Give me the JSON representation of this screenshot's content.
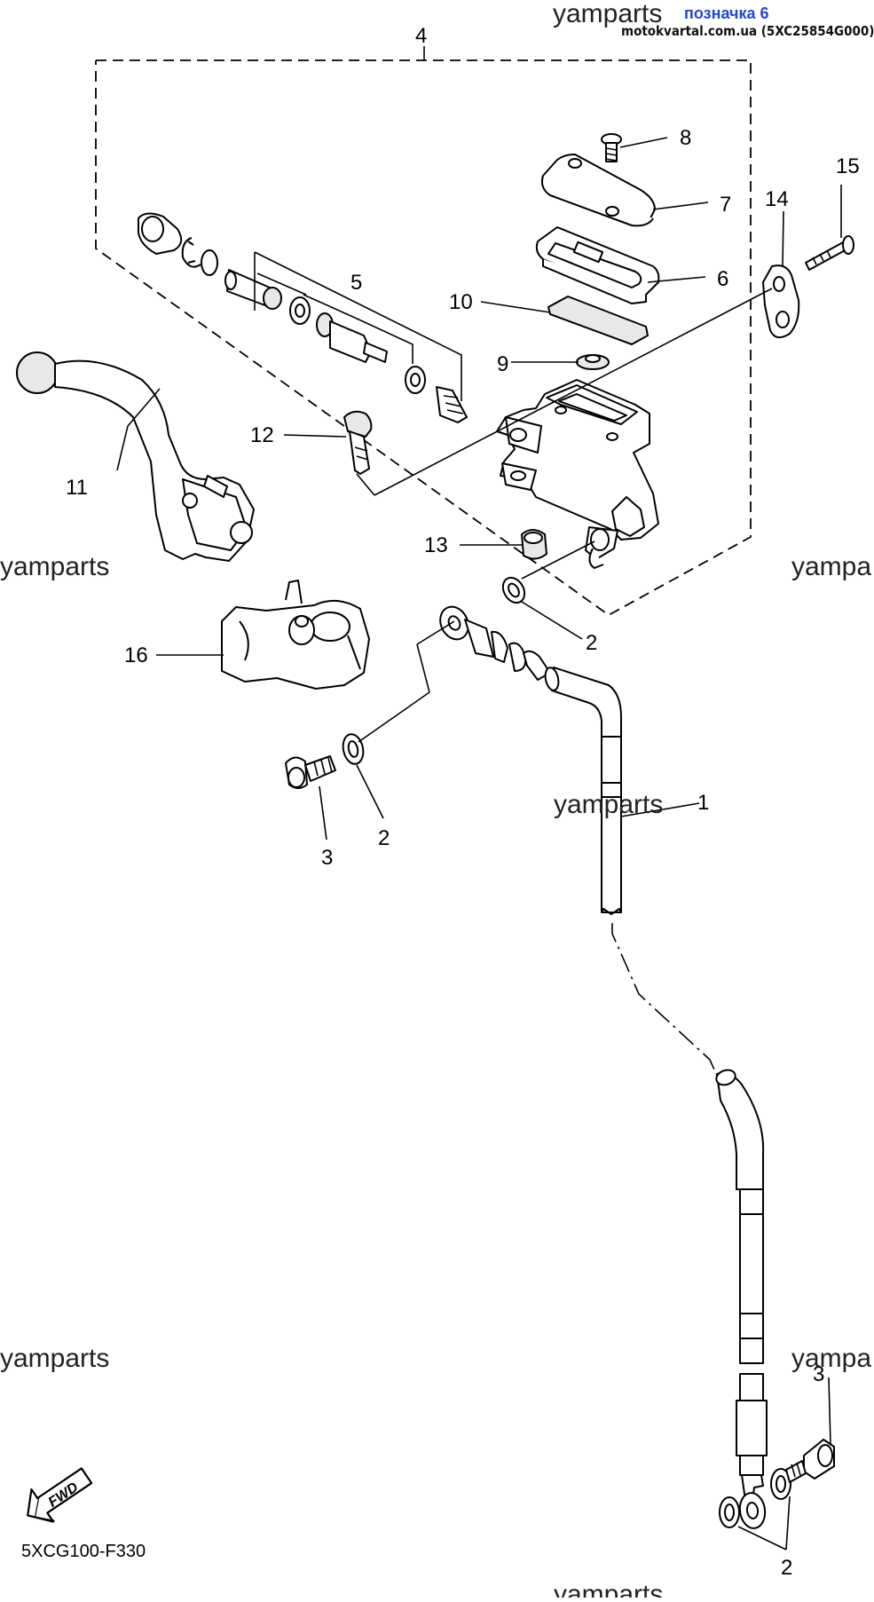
{
  "header": {
    "watermark": "yamparts",
    "tag": "позначка 6",
    "source": "motokvartal.com.ua (5XC25854G000)"
  },
  "watermarks": [
    "yamparts",
    "yamparts",
    "yamparts",
    "yamparts",
    "yamparts",
    "yampa",
    "yampa",
    "yamparts"
  ],
  "callouts": {
    "p1": "1",
    "p2a": "2",
    "p2b": "2",
    "p2c": "2",
    "p3a": "3",
    "p3b": "3",
    "p4": "4",
    "p5": "5",
    "p6": "6",
    "p7": "7",
    "p8": "8",
    "p9": "9",
    "p10": "10",
    "p11": "11",
    "p12": "12",
    "p13": "13",
    "p14": "14",
    "p15": "15",
    "p16": "16"
  },
  "fwd_badge": "FWD",
  "diagram_code": "5XCG100-F330"
}
